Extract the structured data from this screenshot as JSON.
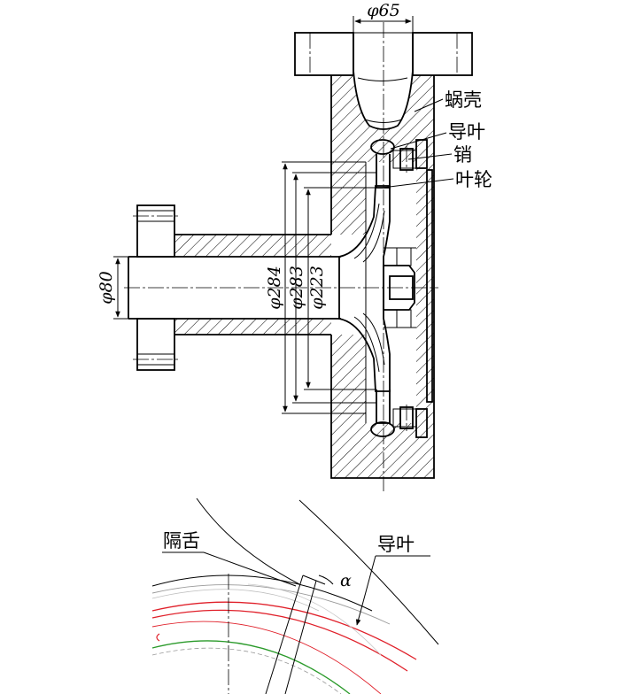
{
  "labels": {
    "volute": "蜗壳",
    "guide_vane": "导叶",
    "pin": "销",
    "impeller": "叶轮",
    "tongue": "隔舌",
    "guide_vane_bottom": "导叶",
    "alpha": "α"
  },
  "dimensions": {
    "outlet_diameter": "φ65",
    "inlet_diameter": "φ80",
    "d284": "φ284",
    "d283": "φ283",
    "d223": "φ223"
  },
  "colors": {
    "line": "#000000",
    "red_curve": "#e0202a",
    "green_curve": "#2a9a2a",
    "gray_curve": "#9a9a9a"
  }
}
